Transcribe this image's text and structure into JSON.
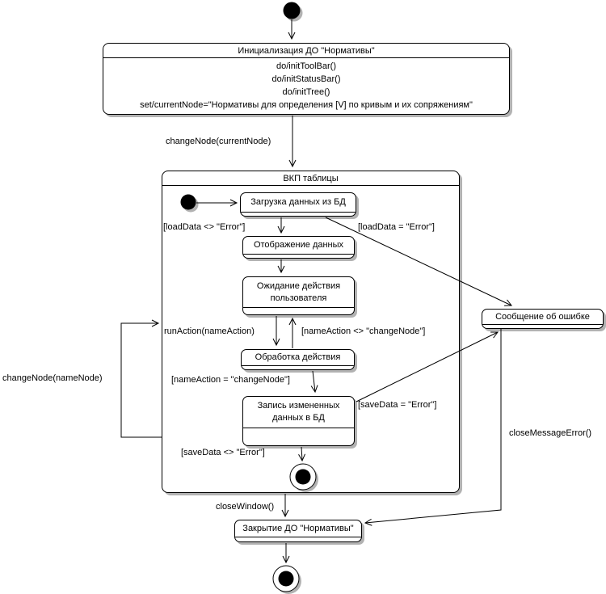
{
  "diagram": {
    "colors": {
      "background": "#ffffff",
      "line": "#000000",
      "state_fill": "#ffffff",
      "shadow": "#b2b2b2",
      "text": "#000000"
    },
    "states": {
      "init": {
        "title": "Инициализация ДО \"Нормативы\"",
        "actions": [
          "do/initToolBar()",
          "do/initStatusBar()",
          "do/initTree()",
          "set/currentNode=\"Нормативы для определения [V] по кривым и их сопряжениям\""
        ]
      },
      "composite": {
        "title": "ВКП таблицы"
      },
      "load": {
        "title": "Загрузка данных из БД"
      },
      "display": {
        "title": "Отображение данных"
      },
      "wait": {
        "title": "Ожидание действия пользователя"
      },
      "process": {
        "title": "Обработка действия"
      },
      "save": {
        "title": "Запись измененных данных в БД"
      },
      "error": {
        "title": "Сообщение об ошибке"
      },
      "close": {
        "title": "Закрытие ДО \"Нормативы\""
      }
    },
    "transitions": {
      "change_current": "changeNode(currentNode)",
      "load_ok": "[loadData <> \"Error\"]",
      "load_err": "[loadData = \"Error\"]",
      "run_action": "runAction(nameAction)",
      "action_other": "[nameAction <> \"changeNode\"]",
      "action_change": "[nameAction = \"changeNode\"]",
      "save_err": "[saveData = \"Error\"]",
      "save_ok": "[saveData <> \"Error\"]",
      "change_node": "changeNode(nameNode)",
      "close_window": "closeWindow()",
      "close_error": "closeMessageError()"
    }
  }
}
